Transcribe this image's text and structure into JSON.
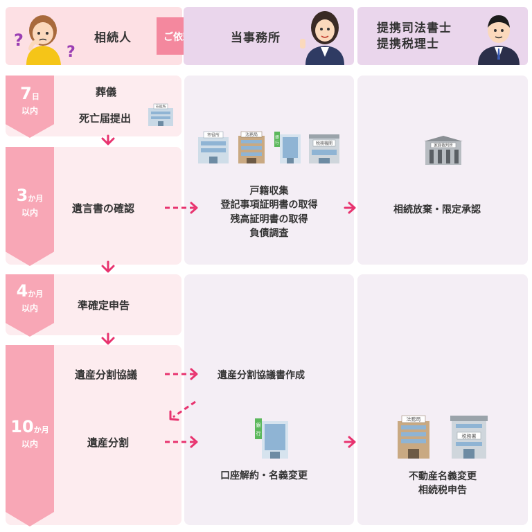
{
  "header": {
    "heir": "相続人",
    "request": "ご依頼",
    "office": "当事務所",
    "partners_line1": "提携司法書士",
    "partners_line2": "提携税理士"
  },
  "phases": [
    {
      "num": "7",
      "unit": "日",
      "sub": "以内"
    },
    {
      "num": "3",
      "unit": "か月",
      "sub": "以内"
    },
    {
      "num": "4",
      "unit": "か月",
      "sub": "以内"
    },
    {
      "num": "10",
      "unit": "か月",
      "sub": "以内"
    }
  ],
  "heir_tasks": {
    "funeral": "葬儀",
    "death_notice": "死亡届提出",
    "will_check": "遺言書の確認",
    "quasi_tax": "準確定申告",
    "division_talks": "遺産分割協議",
    "division": "遺産分割"
  },
  "office_tasks": {
    "step1": [
      "戸籍収集",
      "登記事項証明書の取得",
      "残高証明書の取得",
      "負債調査"
    ],
    "agreement_doc": "遺産分割協議書作成",
    "account": "口座解約・名義変更"
  },
  "partner_tasks": {
    "renounce": "相続放棄・限定承認",
    "final_line1": "不動産名義変更",
    "final_line2": "相続税申告"
  },
  "building_labels": {
    "city_hall": "市役所",
    "legal_bureau": "法務局",
    "bank": "銀行",
    "tax_office_small": "税務機関",
    "family_court": "家庭裁判所",
    "tax_office": "税務署"
  },
  "colors": {
    "header_pink": "#fde0e4",
    "header_lavender": "#ead6ec",
    "request_badge": "#f4889e",
    "phase": "#f8a7b6",
    "arrow": "#e8336f"
  }
}
